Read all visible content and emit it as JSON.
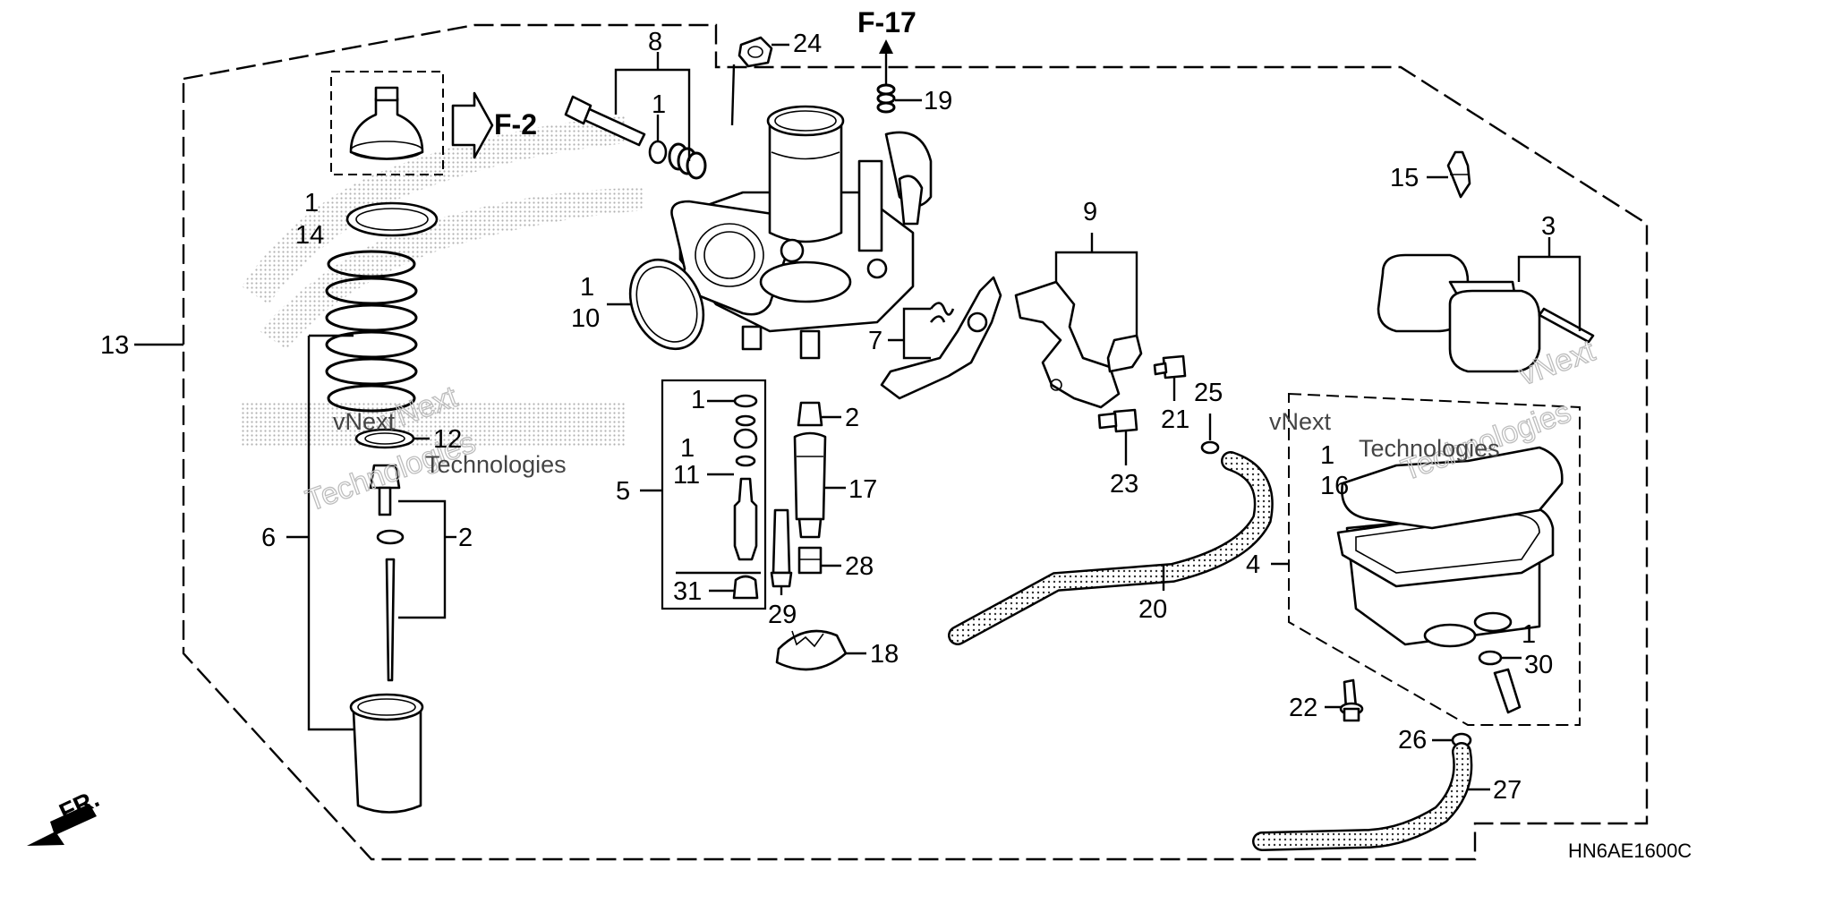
{
  "diagram": {
    "code": "HN6AE1600C",
    "front_label": "FR.",
    "refs": {
      "f2": "F-2",
      "f17": "F-17"
    },
    "watermarks": [
      {
        "line1": "vNext",
        "line2": "Technologies"
      },
      {
        "line1": "vNext",
        "line2": "Technologies"
      }
    ],
    "callouts": [
      {
        "id": "c8",
        "text": "8"
      },
      {
        "id": "c24",
        "text": "24"
      },
      {
        "id": "c19",
        "text": "19"
      },
      {
        "id": "c1a",
        "text": "1"
      },
      {
        "id": "c1b",
        "text": "1"
      },
      {
        "id": "c14",
        "text": "14"
      },
      {
        "id": "c15",
        "text": "15"
      },
      {
        "id": "c3",
        "text": "3"
      },
      {
        "id": "c9",
        "text": "9"
      },
      {
        "id": "c1c",
        "text": "1"
      },
      {
        "id": "c10",
        "text": "10"
      },
      {
        "id": "c13",
        "text": "13"
      },
      {
        "id": "c7",
        "text": "7"
      },
      {
        "id": "c1d",
        "text": "1"
      },
      {
        "id": "c2a",
        "text": "2"
      },
      {
        "id": "c25",
        "text": "25"
      },
      {
        "id": "c21",
        "text": "21"
      },
      {
        "id": "c12",
        "text": "12"
      },
      {
        "id": "c1e",
        "text": "1"
      },
      {
        "id": "c11",
        "text": "11"
      },
      {
        "id": "c23",
        "text": "23"
      },
      {
        "id": "c5",
        "text": "5"
      },
      {
        "id": "c17",
        "text": "17"
      },
      {
        "id": "c1f",
        "text": "1"
      },
      {
        "id": "c16",
        "text": "16"
      },
      {
        "id": "c6",
        "text": "6"
      },
      {
        "id": "c2b",
        "text": "2"
      },
      {
        "id": "c4",
        "text": "4"
      },
      {
        "id": "c28",
        "text": "28"
      },
      {
        "id": "c31",
        "text": "31"
      },
      {
        "id": "c20",
        "text": "20"
      },
      {
        "id": "c29",
        "text": "29"
      },
      {
        "id": "c1g",
        "text": "1"
      },
      {
        "id": "c30",
        "text": "30"
      },
      {
        "id": "c18",
        "text": "18"
      },
      {
        "id": "c22",
        "text": "22"
      },
      {
        "id": "c26",
        "text": "26"
      },
      {
        "id": "c27",
        "text": "27"
      }
    ]
  }
}
